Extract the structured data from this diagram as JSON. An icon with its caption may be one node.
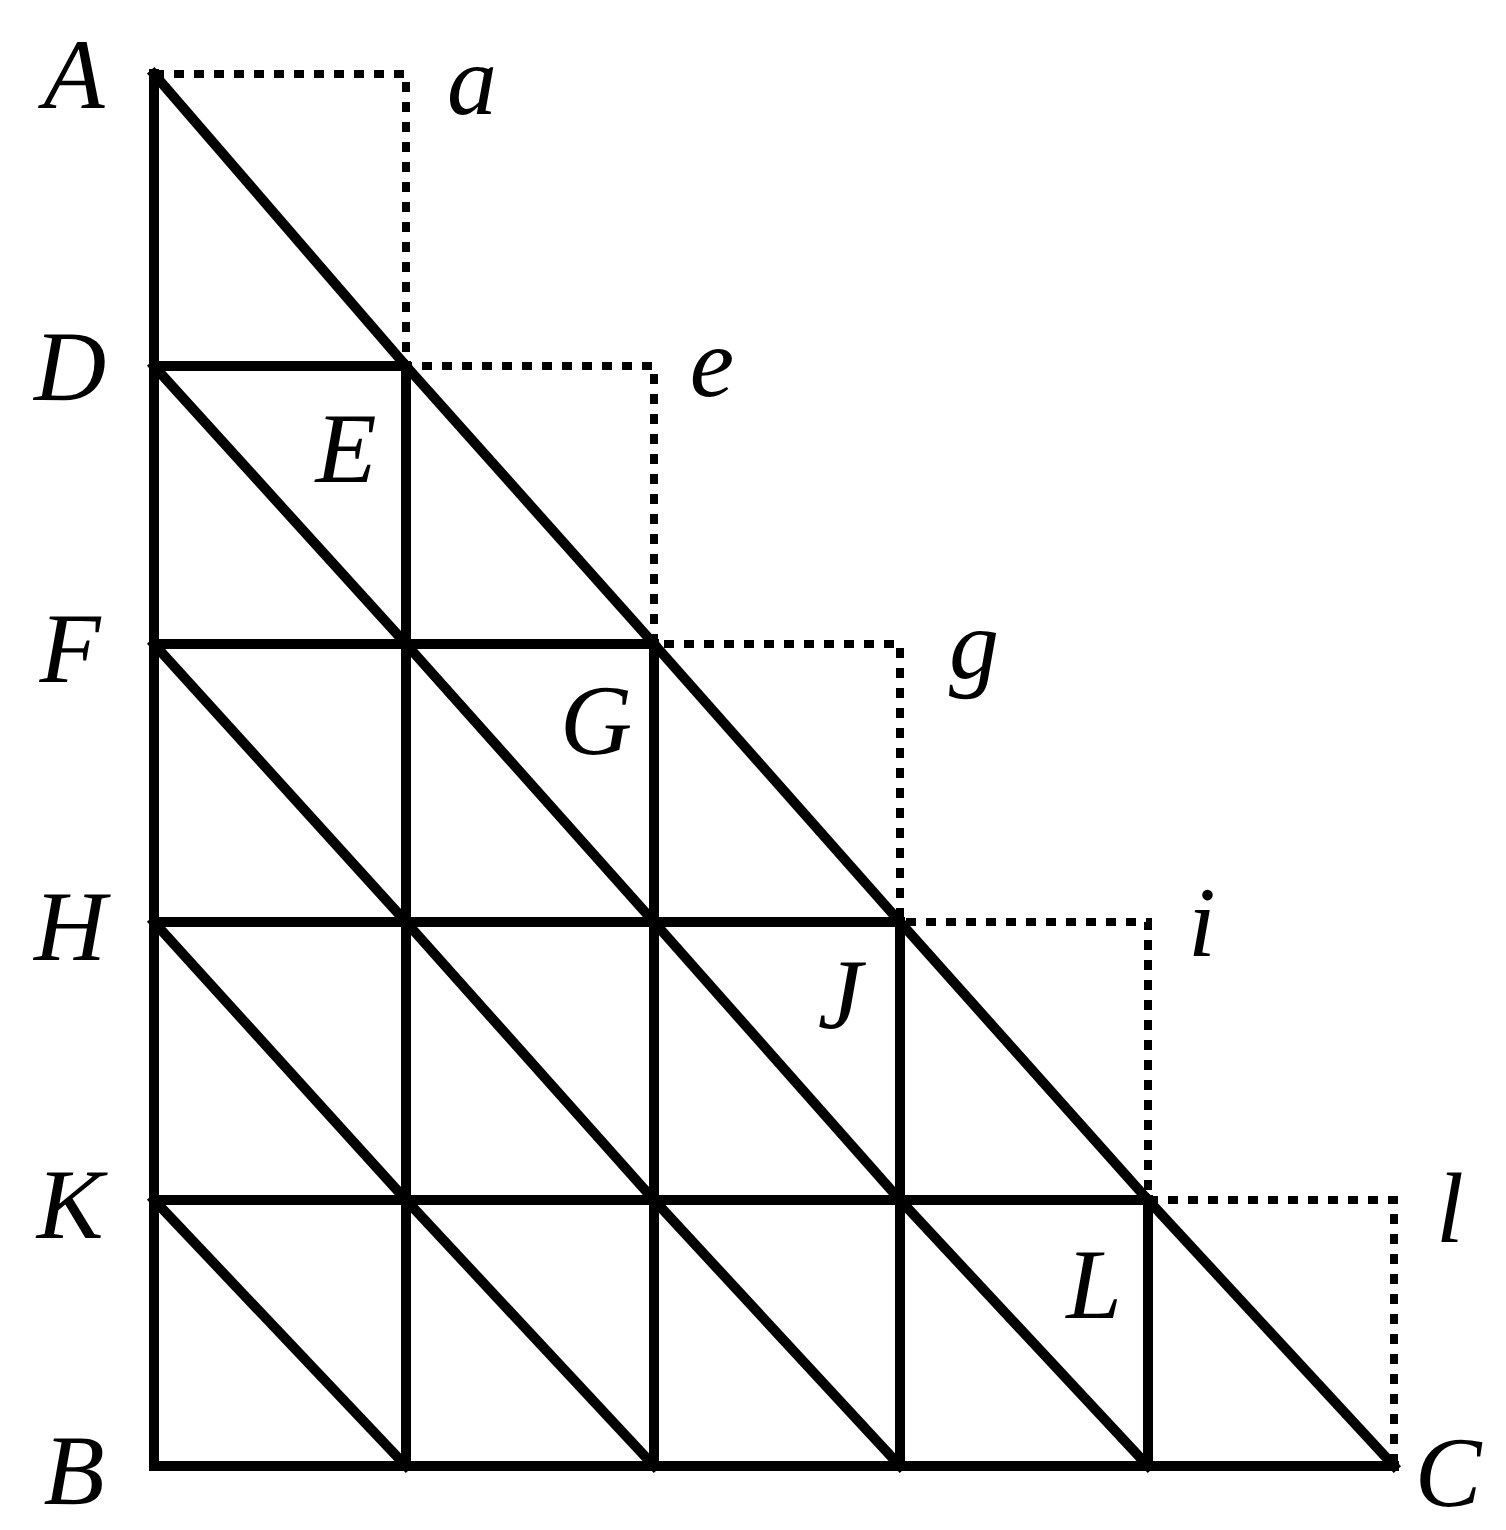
{
  "diagram": {
    "labels": [
      "A",
      "a",
      "D",
      "e",
      "E",
      "F",
      "g",
      "G",
      "H",
      "i",
      "J",
      "K",
      "l",
      "L",
      "B",
      "C"
    ]
  }
}
